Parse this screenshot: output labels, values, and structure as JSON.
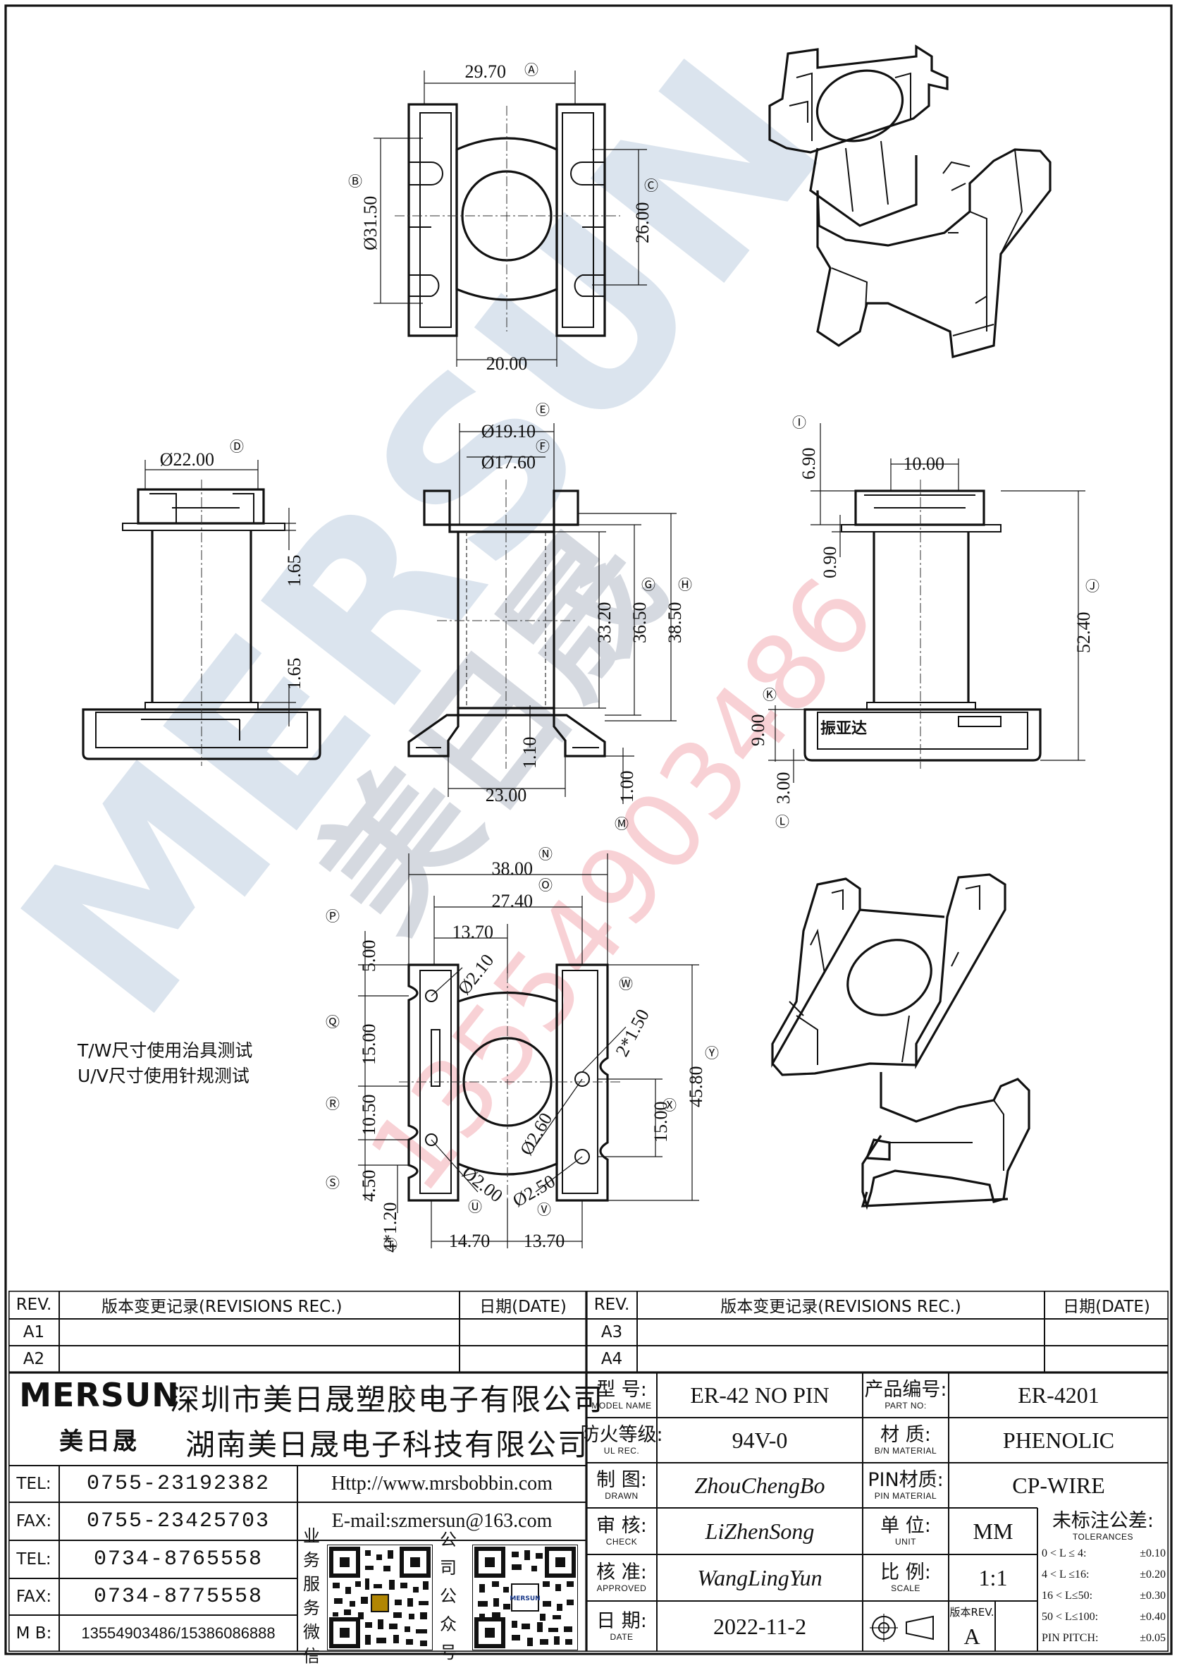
{
  "dims": {
    "top_width": "29.70",
    "top_phi_outer": "Ø31.50",
    "top_height": "26.00",
    "top_bottom_width": "20.00",
    "left_phi": "Ø22.00",
    "left_165_top": "1.65",
    "left_165_bottom": "1.65",
    "mid_phi_outer": "Ø19.10",
    "mid_phi_inner": "Ø17.60",
    "mid_h1": "33.20",
    "mid_h2": "36.50",
    "mid_h3": "38.50",
    "mid_base": "23.00",
    "mid_110": "1.10",
    "mid_100": "1.00",
    "right_690": "6.90",
    "right_width": "10.00",
    "right_090": "0.90",
    "right_total": "52.40",
    "right_900": "9.00",
    "right_300": "3.00",
    "bot_3800": "38.00",
    "bot_2740": "27.40",
    "bot_1370_top": "13.70",
    "bot_500": "5.00",
    "bot_phi210": "Ø2.10",
    "bot_1500": "15.00",
    "bot_1050": "10.50",
    "bot_450": "4.50",
    "bot_4x120": "4*1.20",
    "bot_phi200": "Ø2.00",
    "bot_2x150": "2*1.50",
    "bot_phi260": "Ø2.60",
    "bot_phi250": "Ø2.50",
    "bot_1500_r": "15.00",
    "bot_4580": "45.80",
    "bot_1470": "14.70",
    "bot_1370_bottom": "13.70"
  },
  "callouts": {
    "A": "Ⓐ",
    "B": "Ⓑ",
    "C": "Ⓒ",
    "D": "Ⓓ",
    "E": "Ⓔ",
    "F": "Ⓕ",
    "G": "Ⓖ",
    "H": "Ⓗ",
    "I": "Ⓘ",
    "J": "Ⓙ",
    "K": "Ⓚ",
    "L": "Ⓛ",
    "M": "Ⓜ",
    "N": "Ⓝ",
    "O": "Ⓞ",
    "P": "Ⓟ",
    "Q": "Ⓠ",
    "R": "Ⓡ",
    "S": "Ⓢ",
    "T": "Ⓣ",
    "U": "Ⓤ",
    "V": "Ⓥ",
    "W": "Ⓦ",
    "X": "Ⓧ",
    "Y": "Ⓨ"
  },
  "part_marking": "振亚达",
  "notes": [
    "T/W尺寸使用治具测试",
    "U/V尺寸使用针规测试"
  ],
  "watermark": {
    "letters": "MERSUN",
    "cn": "美日晟",
    "number": "13554903486"
  },
  "title_block": {
    "rev_header": "REV.",
    "revisions_header": "版本变更记录(REVISIONS REC.)",
    "date_header": "日期(DATE)",
    "revs_left": [
      "A1",
      "A2"
    ],
    "revs_right": [
      "A3",
      "A4"
    ],
    "brand": "MERSUN",
    "brand_cn": "美日晟",
    "company1": "深圳市美日晟塑胶电子有限公司",
    "company2": "湖南美日晟电子科技有限公司",
    "contacts": [
      {
        "label": "TEL:",
        "value": "0755-23192382"
      },
      {
        "label": "FAX:",
        "value": "0755-23425703"
      },
      {
        "label": "TEL:",
        "value": "0734-8765558"
      },
      {
        "label": "FAX:",
        "value": "0734-8775558"
      }
    ],
    "mb_label": "M B:",
    "mb_value": "13554903486/15386086888",
    "website": "Http://www.mrsbobbin.com",
    "email": "E-mail:szmersun@163.com",
    "qr_label_left": "业务服务微信",
    "qr_label_right": "公司公众号",
    "model_label": "型  号:",
    "model_sub": "MODEL NAME",
    "model_value": "ER-42 NO PIN",
    "partno_label": "产品编号:",
    "partno_sub": "PART NO:",
    "partno_value": "ER-4201",
    "ul_label": "防火等级:",
    "ul_sub": "UL REC.",
    "ul_value": "94V-0",
    "material_label": "材  质:",
    "material_sub": "B/N MATERIAL",
    "material_value": "PHENOLIC",
    "drawn_label": "制  图:",
    "drawn_sub": "DRAWN",
    "drawn_value": "ZhouChengBo",
    "pinmat_label": "PIN材质:",
    "pinmat_sub": "PIN MATERIAL",
    "pinmat_value": "CP-WIRE",
    "check_label": "审  核:",
    "check_sub": "CHECK",
    "check_value": "LiZhenSong",
    "unit_label": "单  位:",
    "unit_sub": "UNIT",
    "unit_value": "MM",
    "tol_label": "未标注公差:",
    "tol_sub": "TOLERANCES",
    "tolerances": [
      {
        "range": "0 < L ≤  4:",
        "value": "±0.10"
      },
      {
        "range": "4 < L ≤16:",
        "value": "±0.20"
      },
      {
        "range": "16 < L≤50:",
        "value": "±0.30"
      },
      {
        "range": "50 < L≤100:",
        "value": "±0.40"
      },
      {
        "range": "PIN PITCH:",
        "value": "±0.05"
      }
    ],
    "approved_label": "核  准:",
    "approved_sub": "APPROVED",
    "approved_value": "WangLingYun",
    "scale_label": "比  例:",
    "scale_sub": "SCALE",
    "scale_value": "1:1",
    "date_label": "日  期:",
    "date_sub": "DATE",
    "date_value": "2022-11-2",
    "version_label": "版本REV.",
    "version_value": "A"
  }
}
